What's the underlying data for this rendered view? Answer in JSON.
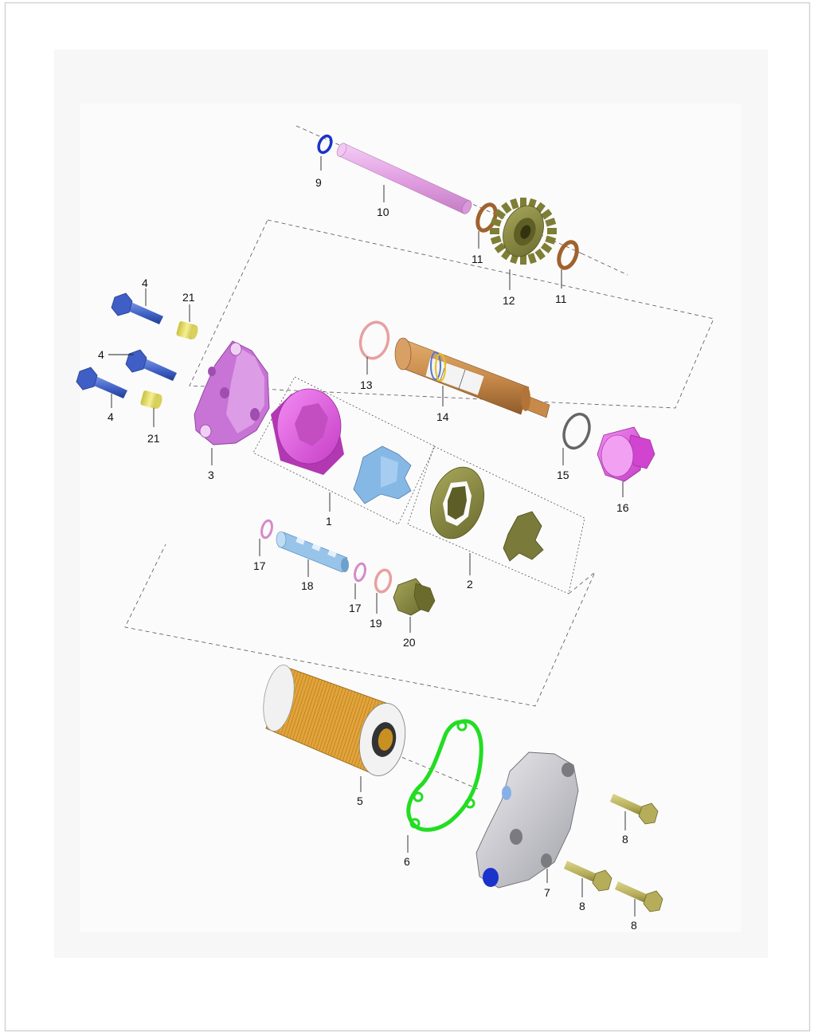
{
  "diagram": {
    "labels": {
      "l1": "1",
      "l2": "2",
      "l3": "3",
      "l4a": "4",
      "l4b": "4",
      "l4c": "4",
      "l5": "5",
      "l6": "6",
      "l7": "7",
      "l8a": "8",
      "l8b": "8",
      "l8c": "8",
      "l9": "9",
      "l10": "10",
      "l11a": "11",
      "l11b": "11",
      "l12": "12",
      "l13": "13",
      "l14": "14",
      "l15": "15",
      "l16": "16",
      "l17a": "17",
      "l17b": "17",
      "l18": "18",
      "l19": "19",
      "l20": "20",
      "l21a": "21",
      "l21b": "21"
    },
    "colors": {
      "background": "#ffffff",
      "panel": "#f6f6f6",
      "circlip_blue": "#1a33cc",
      "shaft_pink": "#e6a3e6",
      "washer_brown": "#a0622d",
      "gear_olive": "#8a8a3c",
      "bolt_blue": "#4466cc",
      "bushing_yellow": "#e6dc5a",
      "housing_purple": "#c873d6",
      "rotor_magenta": "#e65ae6",
      "inner_rotor_lightblue": "#86b8e6",
      "oring_pink": "#e8a0a0",
      "valve_copper": "#c88a4a",
      "oring_gray": "#666666",
      "plug_magenta": "#e24ae2",
      "outer_rotor_olive": "#8a8a46",
      "filter_orange": "#e0a53a",
      "gasket_green": "#22dd22",
      "cover_silver": "#c8c8cc",
      "bolt_olive": "#b5ad5a"
    }
  }
}
